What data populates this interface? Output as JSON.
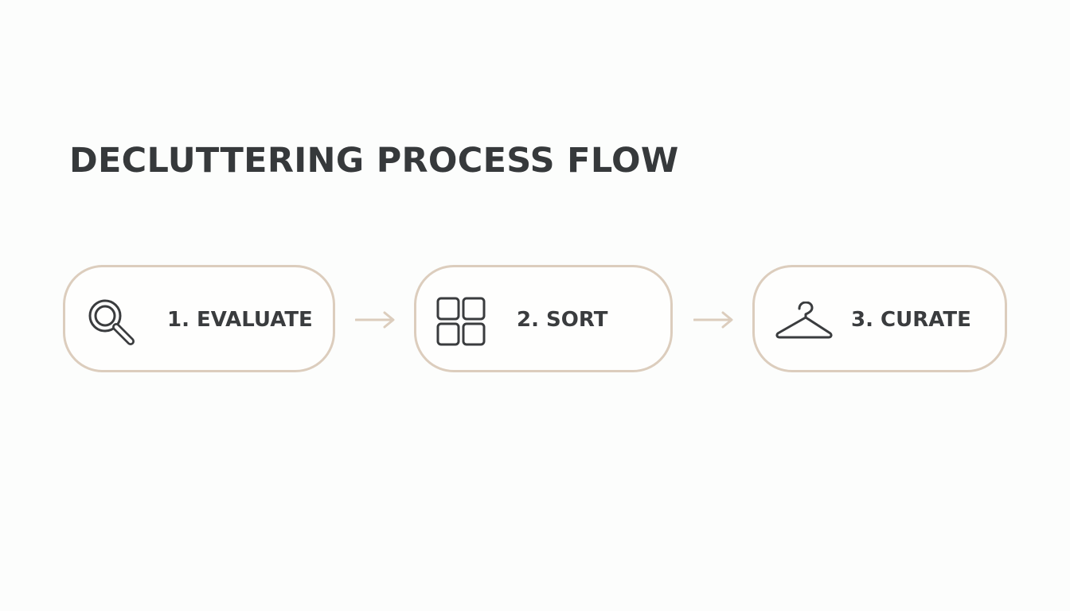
{
  "title": "DECLUTTERING PROCESS FLOW",
  "colors": {
    "background": "#fcfdfc",
    "text": "#36393b",
    "step_border": "#dccdbd",
    "arrow": "#dccdbd",
    "icon": "#3a3c3e"
  },
  "steps": [
    {
      "label": "1. EVALUATE",
      "icon": "magnifying-glass-icon"
    },
    {
      "label": "2. SORT",
      "icon": "four-squares-grid-icon"
    },
    {
      "label": "3. CURATE",
      "icon": "clothes-hanger-icon"
    }
  ],
  "connectors": [
    {
      "from": "1. EVALUATE",
      "to": "2. SORT",
      "icon": "arrow-right-icon"
    },
    {
      "from": "2. SORT",
      "to": "3. CURATE",
      "icon": "arrow-right-icon"
    }
  ]
}
